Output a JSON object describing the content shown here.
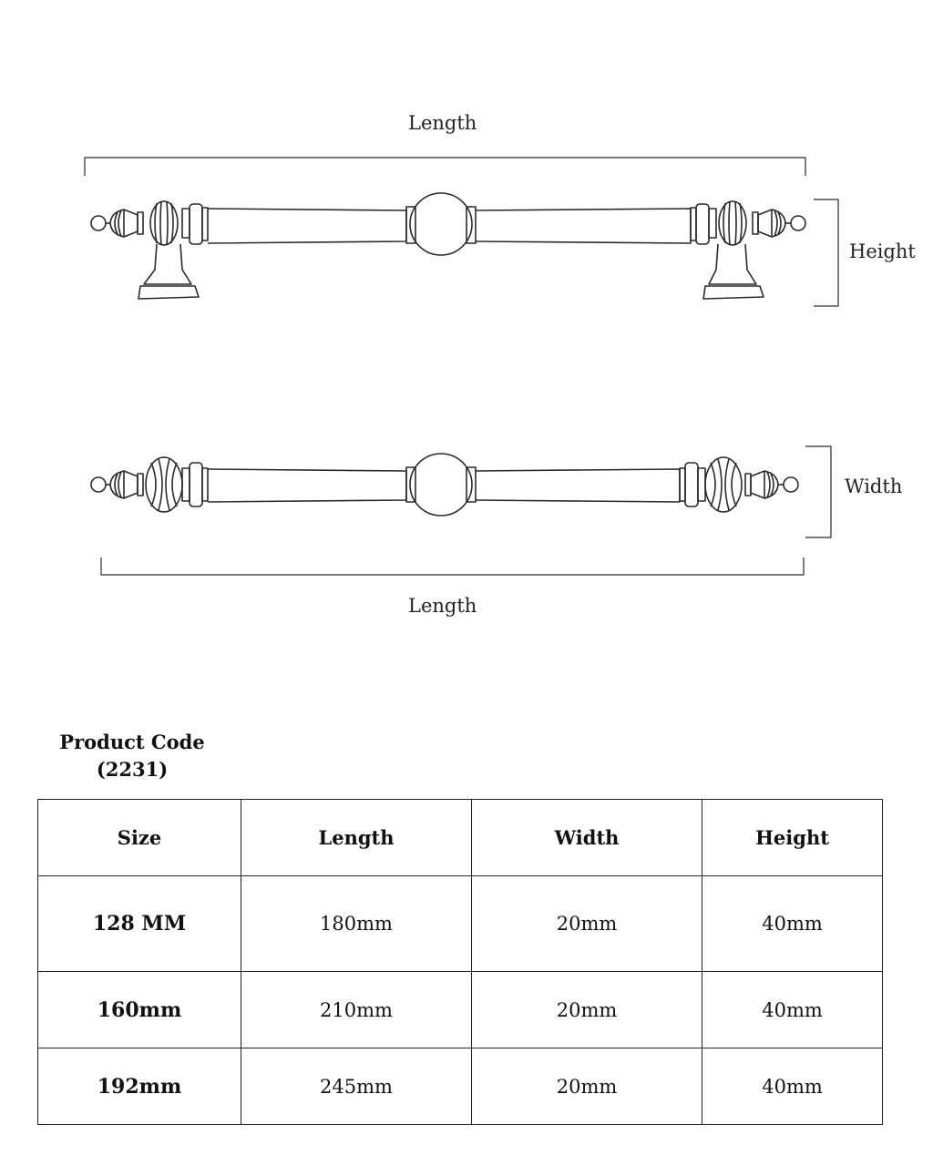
{
  "diagram": {
    "top_length_label": "Length",
    "height_label": "Height",
    "width_label": "Width",
    "bottom_length_label": "Length"
  },
  "product": {
    "title": "Product Code",
    "code": "(2231)"
  },
  "table": {
    "headers": [
      "Size",
      "Length",
      "Width",
      "Height"
    ],
    "rows": [
      [
        "128 MM",
        "180mm",
        "20mm",
        "40mm"
      ],
      [
        "160mm",
        "210mm",
        "20mm",
        "40mm"
      ],
      [
        "192mm",
        "245mm",
        "20mm",
        "40mm"
      ]
    ]
  }
}
